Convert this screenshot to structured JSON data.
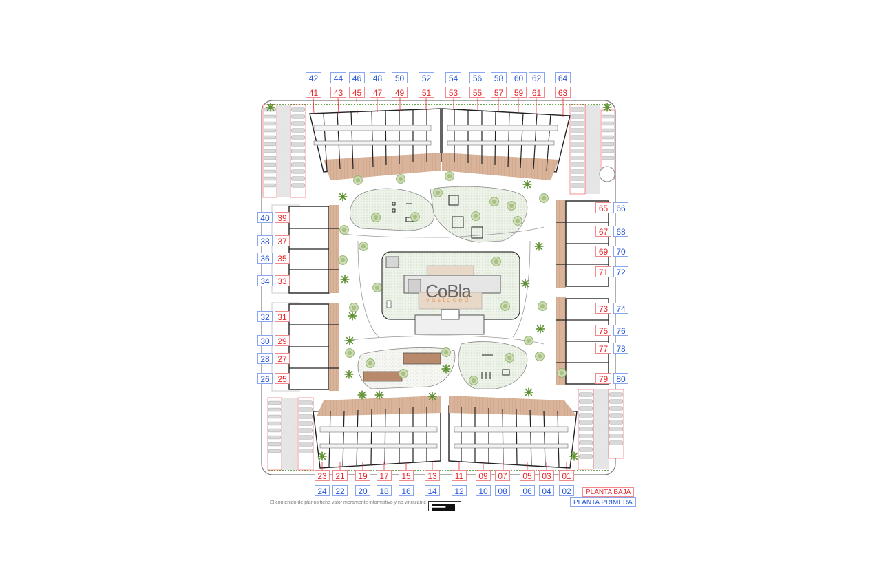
{
  "plan": {
    "title_watermark": "CoBla",
    "watermark_sub": "vastgoed",
    "disclaimer": "El contenido de planos tiene valor meramente informativo y no vinculante.",
    "legend": {
      "planta_baja": {
        "label": "PLANTA BAJA",
        "color": "#e8262a"
      },
      "planta_primera": {
        "label": "PLANTA PRIMERA",
        "color": "#2456d6"
      }
    },
    "top_row": {
      "planta_primera": [
        "42",
        "44",
        "46",
        "48",
        "50",
        "52",
        "54",
        "56",
        "58",
        "60",
        "62",
        "64"
      ],
      "planta_baja": [
        "41",
        "43",
        "45",
        "47",
        "49",
        "51",
        "53",
        "55",
        "57",
        "59",
        "61",
        "63"
      ]
    },
    "left_column": {
      "planta_primera": [
        "40",
        "38",
        "36",
        "34",
        "32",
        "30",
        "28",
        "26"
      ],
      "planta_baja": [
        "39",
        "37",
        "35",
        "33",
        "31",
        "29",
        "27",
        "25"
      ]
    },
    "right_column": {
      "planta_baja": [
        "65",
        "67",
        "69",
        "71",
        "73",
        "75",
        "77",
        "79"
      ],
      "planta_primera": [
        "66",
        "68",
        "70",
        "72",
        "74",
        "76",
        "78",
        "80"
      ]
    },
    "bottom_row": {
      "planta_baja": [
        "23",
        "21",
        "19",
        "17",
        "15",
        "13",
        "11",
        "09",
        "07",
        "05",
        "03",
        "01"
      ],
      "planta_primera": [
        "24",
        "22",
        "20",
        "18",
        "16",
        "14",
        "12",
        "10",
        "08",
        "06",
        "04",
        "02"
      ]
    },
    "colors": {
      "terrace": "#d9b49a",
      "green_area": "#dfe9d6",
      "parking_line": "#e8262a",
      "road": "#e4e4e4",
      "tree": "#8fb46a"
    }
  }
}
